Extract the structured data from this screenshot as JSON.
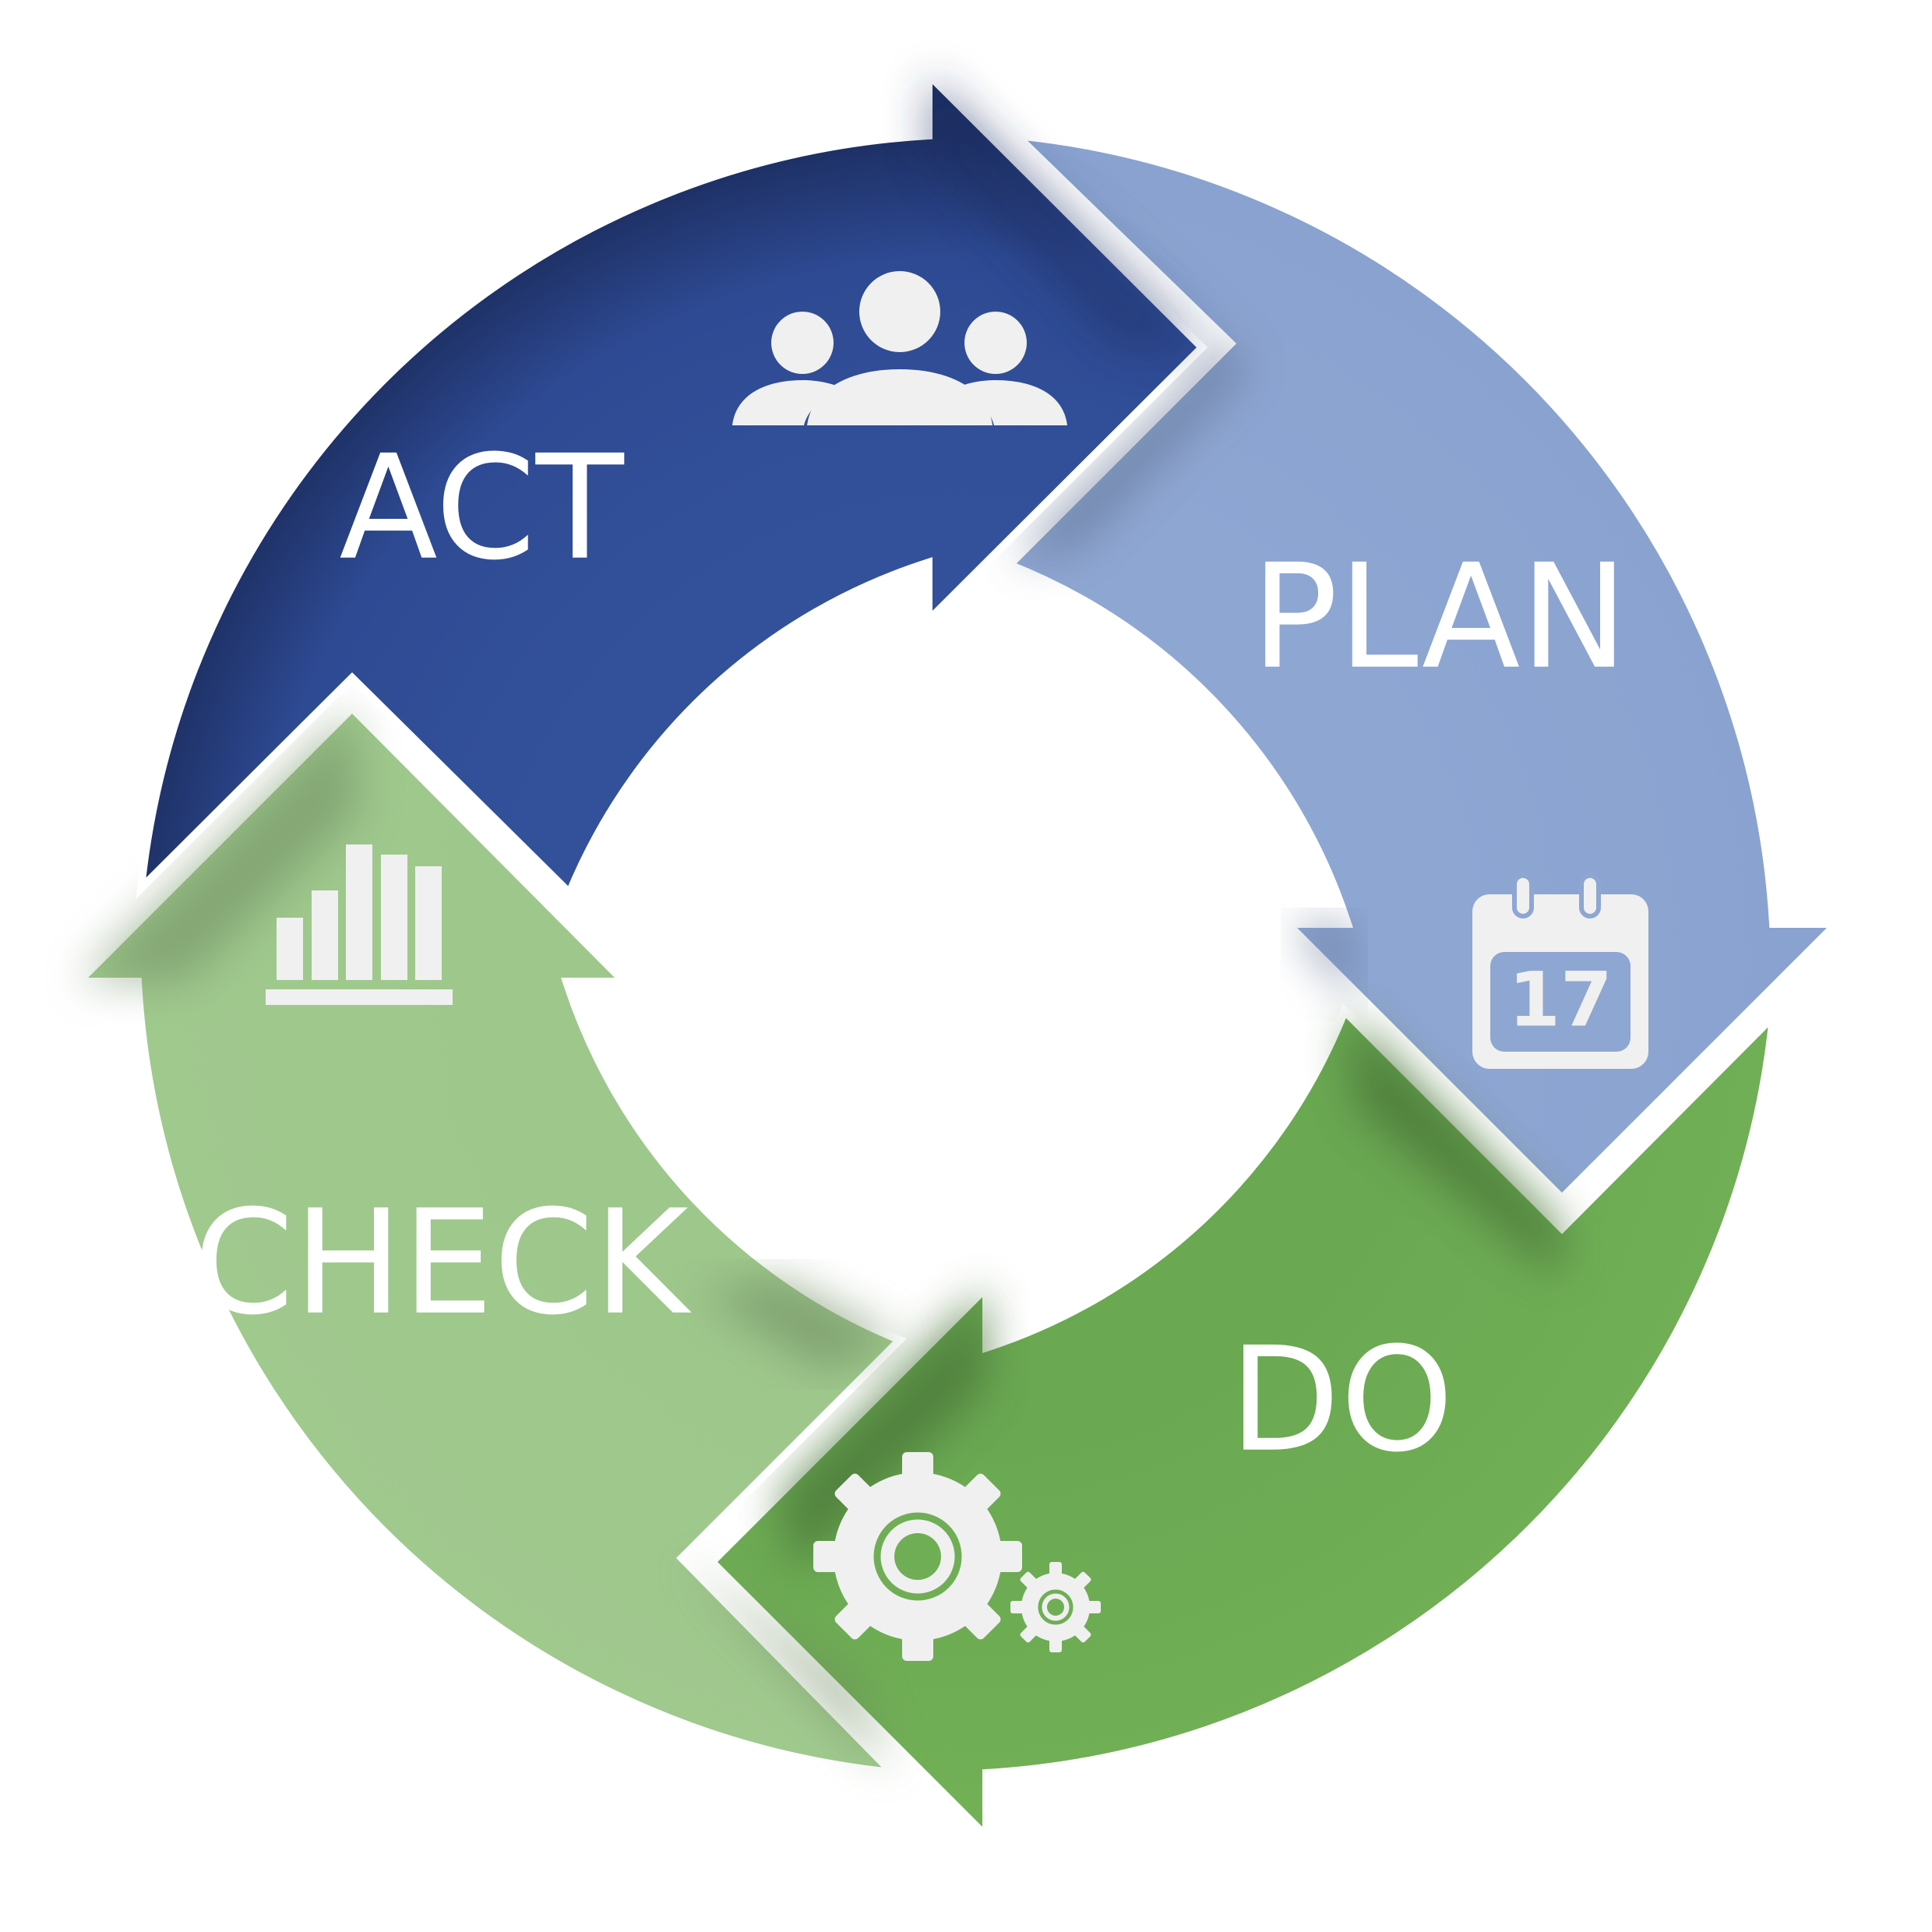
{
  "stages": {
    "act": {
      "label": "ACT",
      "icon": "people-group-icon",
      "color": "#33519b"
    },
    "plan": {
      "label": "PLAN",
      "icon": "calendar-icon",
      "color": "#8ea6d2"
    },
    "do": {
      "label": "DO",
      "icon": "gears-icon",
      "color": "#70ae56"
    },
    "check": {
      "label": "CHECK",
      "icon": "bar-chart-icon",
      "color": "#9ec78c"
    }
  },
  "calendar": {
    "day": "17"
  },
  "colors": {
    "icon": "#f0f0f0",
    "act_dark": "#1d2f63",
    "plan_dark": "#5f7190",
    "do_dark": "#4a7538",
    "check_dark": "#6d8a5e"
  }
}
